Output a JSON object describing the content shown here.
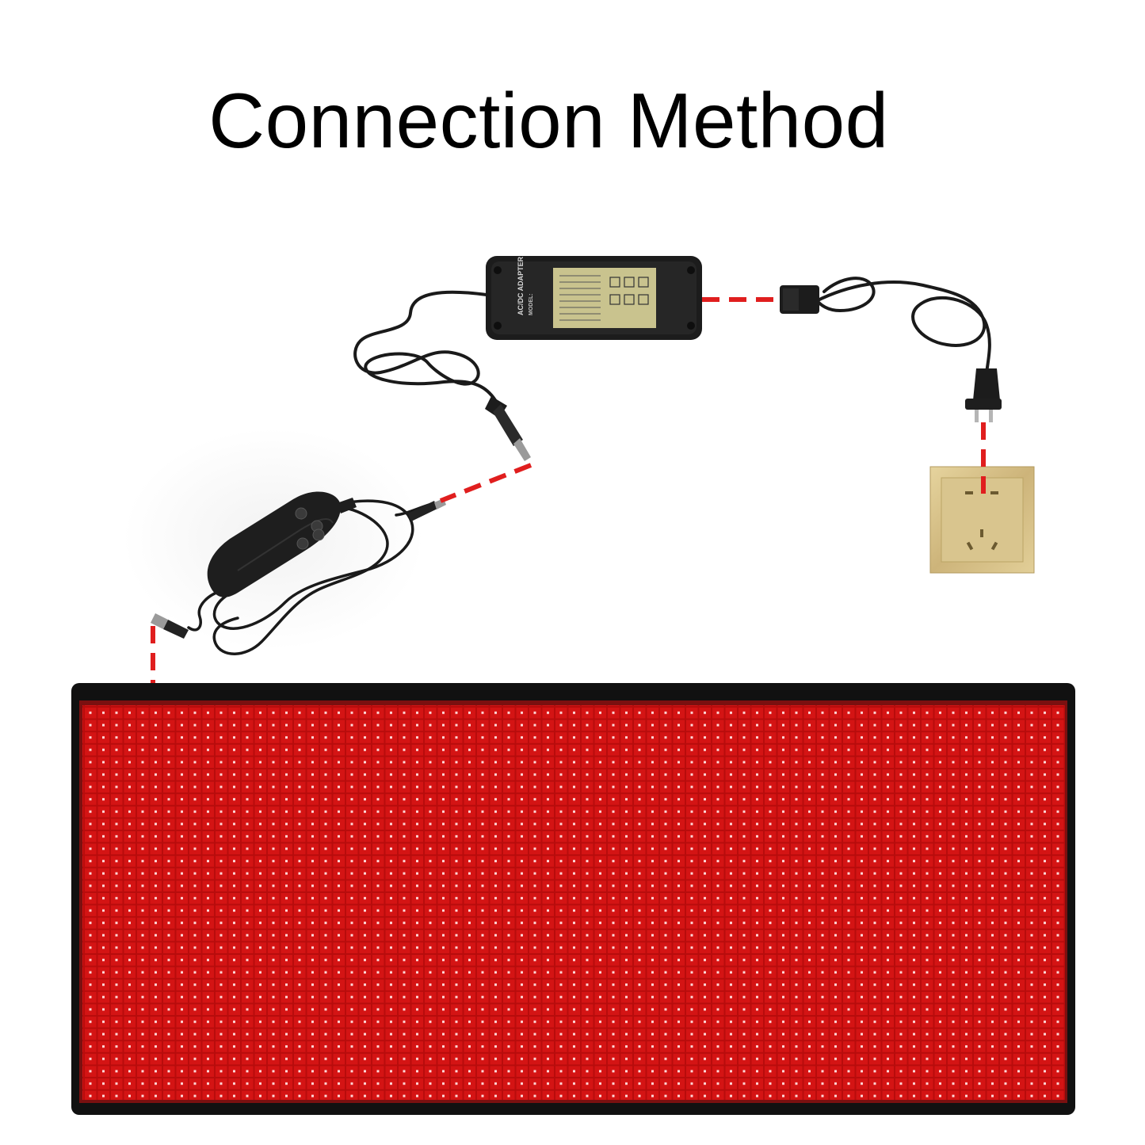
{
  "title": "Connection Method",
  "adapter": {
    "label": "AC/DC ADAPTER",
    "model": "MODEL:"
  },
  "colors": {
    "dash_line": "#e01e1e",
    "panel_frame": "#111111",
    "panel_fill": "#c41010",
    "led_dot": "#ffd9d9",
    "socket_plate": "#d8c48c",
    "cable": "#1a1a1a"
  },
  "icons": {
    "adapter": "power-adapter-icon",
    "controller": "remote-controller-icon",
    "plug": "power-plug-icon",
    "socket": "wall-socket-icon",
    "panel": "red-light-panel-icon"
  }
}
